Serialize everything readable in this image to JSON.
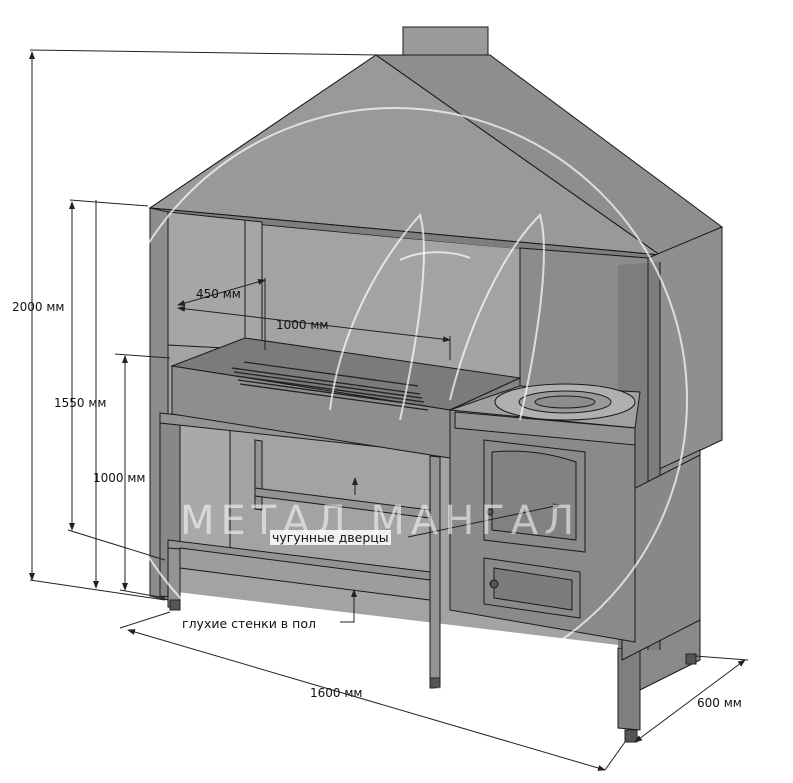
{
  "dimensions": {
    "total_height": "2000 мм",
    "top_height": "1550 мм",
    "grill_height": "1000 мм",
    "grill_depth": "450 мм",
    "grill_width": "1000 мм",
    "total_width": "1600 мм",
    "total_depth": "600 мм"
  },
  "callouts": {
    "cast_iron_doors": "чугунные дверцы",
    "solid_walls": "глухие стенки в пол"
  },
  "watermark": {
    "text": "МЕТАЛ МАНГАЛ",
    "monogram": "MM"
  },
  "colors": {
    "body": "#8f8f8f",
    "body_dark": "#7a7a7a",
    "body_light": "#a8a8a8",
    "line": "#1a1a1a",
    "dim_line": "#222222"
  }
}
